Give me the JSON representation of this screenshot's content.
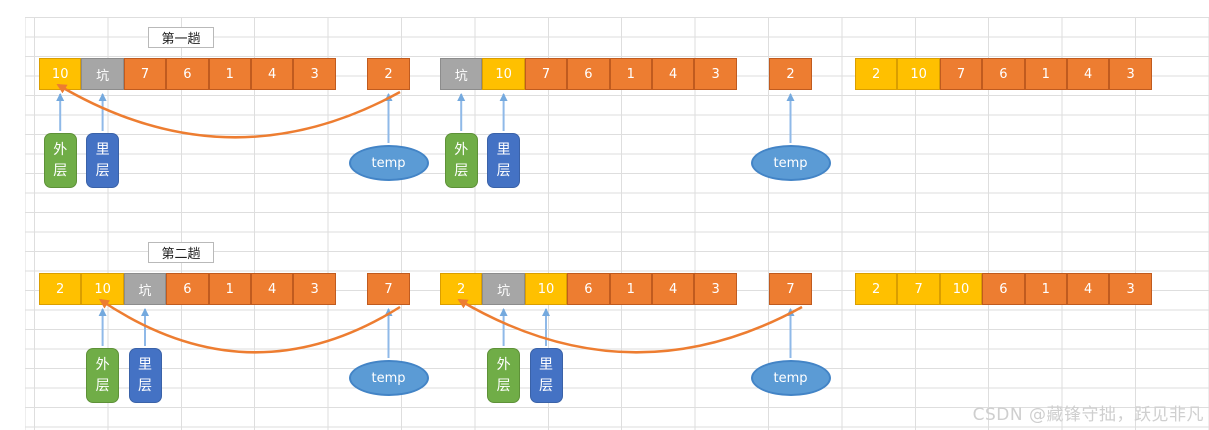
{
  "watermark": {
    "text": "CSDN @藏锋守拙，跃见非凡"
  },
  "colors": {
    "orange": "#ED7D31",
    "yellow": "#FFC000",
    "gray": "#A6A6A6",
    "green": "#70AD47",
    "blue": "#4472C4",
    "tempblue": "#5B9BD5",
    "arrowblue": "#8FB9E8",
    "grid": "#DEDEDE",
    "watermark": "#CFCFCF"
  },
  "passes": [
    {
      "label": "第一趟",
      "groups": [
        {
          "cells": [
            {
              "v": "10",
              "t": "yellow"
            },
            {
              "v": "坑",
              "t": "gray"
            },
            {
              "v": "7",
              "t": "orange"
            },
            {
              "v": "6",
              "t": "orange"
            },
            {
              "v": "1",
              "t": "orange"
            },
            {
              "v": "4",
              "t": "orange"
            },
            {
              "v": "3",
              "t": "orange"
            }
          ],
          "temp_cell": {
            "v": "2",
            "t": "orange"
          },
          "pointers": [
            {
              "label": "外层",
              "color": "green",
              "cell": 0
            },
            {
              "label": "里层",
              "color": "blue",
              "cell": 1
            }
          ],
          "temp_label": "temp",
          "swap_to_cell": 0
        },
        {
          "cells": [
            {
              "v": "坑",
              "t": "gray"
            },
            {
              "v": "10",
              "t": "yellow"
            },
            {
              "v": "7",
              "t": "orange"
            },
            {
              "v": "6",
              "t": "orange"
            },
            {
              "v": "1",
              "t": "orange"
            },
            {
              "v": "4",
              "t": "orange"
            },
            {
              "v": "3",
              "t": "orange"
            }
          ],
          "temp_cell": {
            "v": "2",
            "t": "orange"
          },
          "pointers": [
            {
              "label": "外层",
              "color": "green",
              "cell": 0
            },
            {
              "label": "里层",
              "color": "blue",
              "cell": 1
            }
          ],
          "temp_label": "temp",
          "swap_to_cell": null
        },
        {
          "cells": [
            {
              "v": "2",
              "t": "yellow"
            },
            {
              "v": "10",
              "t": "yellow"
            },
            {
              "v": "7",
              "t": "orange"
            },
            {
              "v": "6",
              "t": "orange"
            },
            {
              "v": "1",
              "t": "orange"
            },
            {
              "v": "4",
              "t": "orange"
            },
            {
              "v": "3",
              "t": "orange"
            }
          ],
          "temp_cell": null,
          "pointers": [],
          "temp_label": null,
          "swap_to_cell": null
        }
      ]
    },
    {
      "label": "第二趟",
      "groups": [
        {
          "cells": [
            {
              "v": "2",
              "t": "yellow"
            },
            {
              "v": "10",
              "t": "yellow"
            },
            {
              "v": "坑",
              "t": "gray"
            },
            {
              "v": "6",
              "t": "orange"
            },
            {
              "v": "1",
              "t": "orange"
            },
            {
              "v": "4",
              "t": "orange"
            },
            {
              "v": "3",
              "t": "orange"
            }
          ],
          "temp_cell": {
            "v": "7",
            "t": "orange"
          },
          "pointers": [
            {
              "label": "外层",
              "color": "green",
              "cell": 1
            },
            {
              "label": "里层",
              "color": "blue",
              "cell": 2
            }
          ],
          "temp_label": "temp",
          "swap_to_cell": 1
        },
        {
          "cells": [
            {
              "v": "2",
              "t": "yellow"
            },
            {
              "v": "坑",
              "t": "gray"
            },
            {
              "v": "10",
              "t": "yellow"
            },
            {
              "v": "6",
              "t": "orange"
            },
            {
              "v": "1",
              "t": "orange"
            },
            {
              "v": "4",
              "t": "orange"
            },
            {
              "v": "3",
              "t": "orange"
            }
          ],
          "temp_cell": {
            "v": "7",
            "t": "orange"
          },
          "pointers": [
            {
              "label": "外层",
              "color": "green",
              "cell": 1
            },
            {
              "label": "里层",
              "color": "blue",
              "cell": 2
            }
          ],
          "temp_label": "temp",
          "swap_to_cell": 0
        },
        {
          "cells": [
            {
              "v": "2",
              "t": "yellow"
            },
            {
              "v": "7",
              "t": "yellow"
            },
            {
              "v": "10",
              "t": "yellow"
            },
            {
              "v": "6",
              "t": "orange"
            },
            {
              "v": "1",
              "t": "orange"
            },
            {
              "v": "4",
              "t": "orange"
            },
            {
              "v": "3",
              "t": "orange"
            }
          ],
          "temp_cell": null,
          "pointers": [],
          "temp_label": null,
          "swap_to_cell": null
        }
      ]
    }
  ]
}
